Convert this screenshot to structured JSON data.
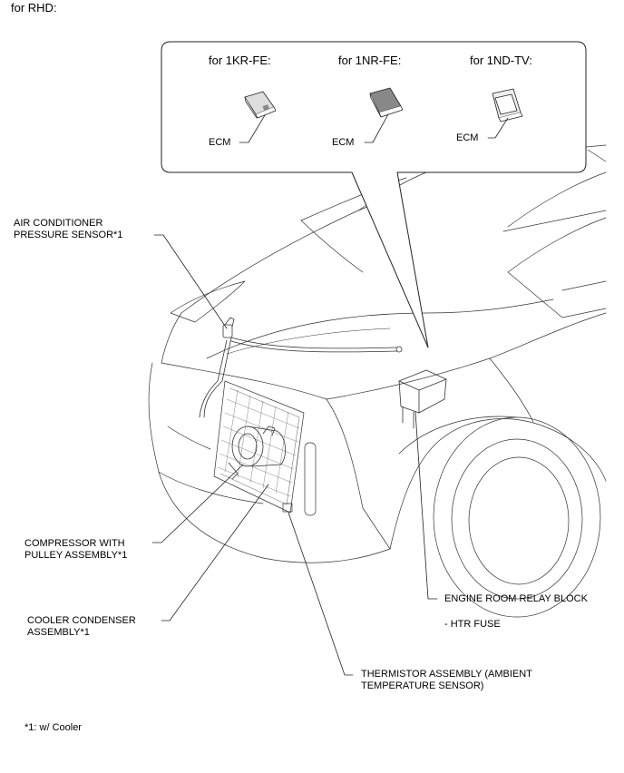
{
  "header": "for RHD:",
  "callout": {
    "engines": [
      {
        "title": "for 1KR-FE:",
        "label": "ECM"
      },
      {
        "title": "for 1NR-FE:",
        "label": "ECM"
      },
      {
        "title": "for 1ND-TV:",
        "label": "ECM"
      }
    ]
  },
  "labels": {
    "ac_sensor_line1": "AIR CONDITIONER",
    "ac_sensor_line2": "PRESSURE SENSOR*1",
    "compressor_line1": "COMPRESSOR WITH",
    "compressor_line2": "PULLEY ASSEMBLY*1",
    "condenser_line1": "COOLER CONDENSER",
    "condenser_line2": "ASSEMBLY*1",
    "thermistor_line1": "THERMISTOR ASSEMBLY (AMBIENT",
    "thermistor_line2": "TEMPERATURE SENSOR)",
    "relay_block": "ENGINE ROOM RELAY BLOCK",
    "htr_fuse": "- HTR FUSE"
  },
  "footnote": "*1: w/ Cooler"
}
